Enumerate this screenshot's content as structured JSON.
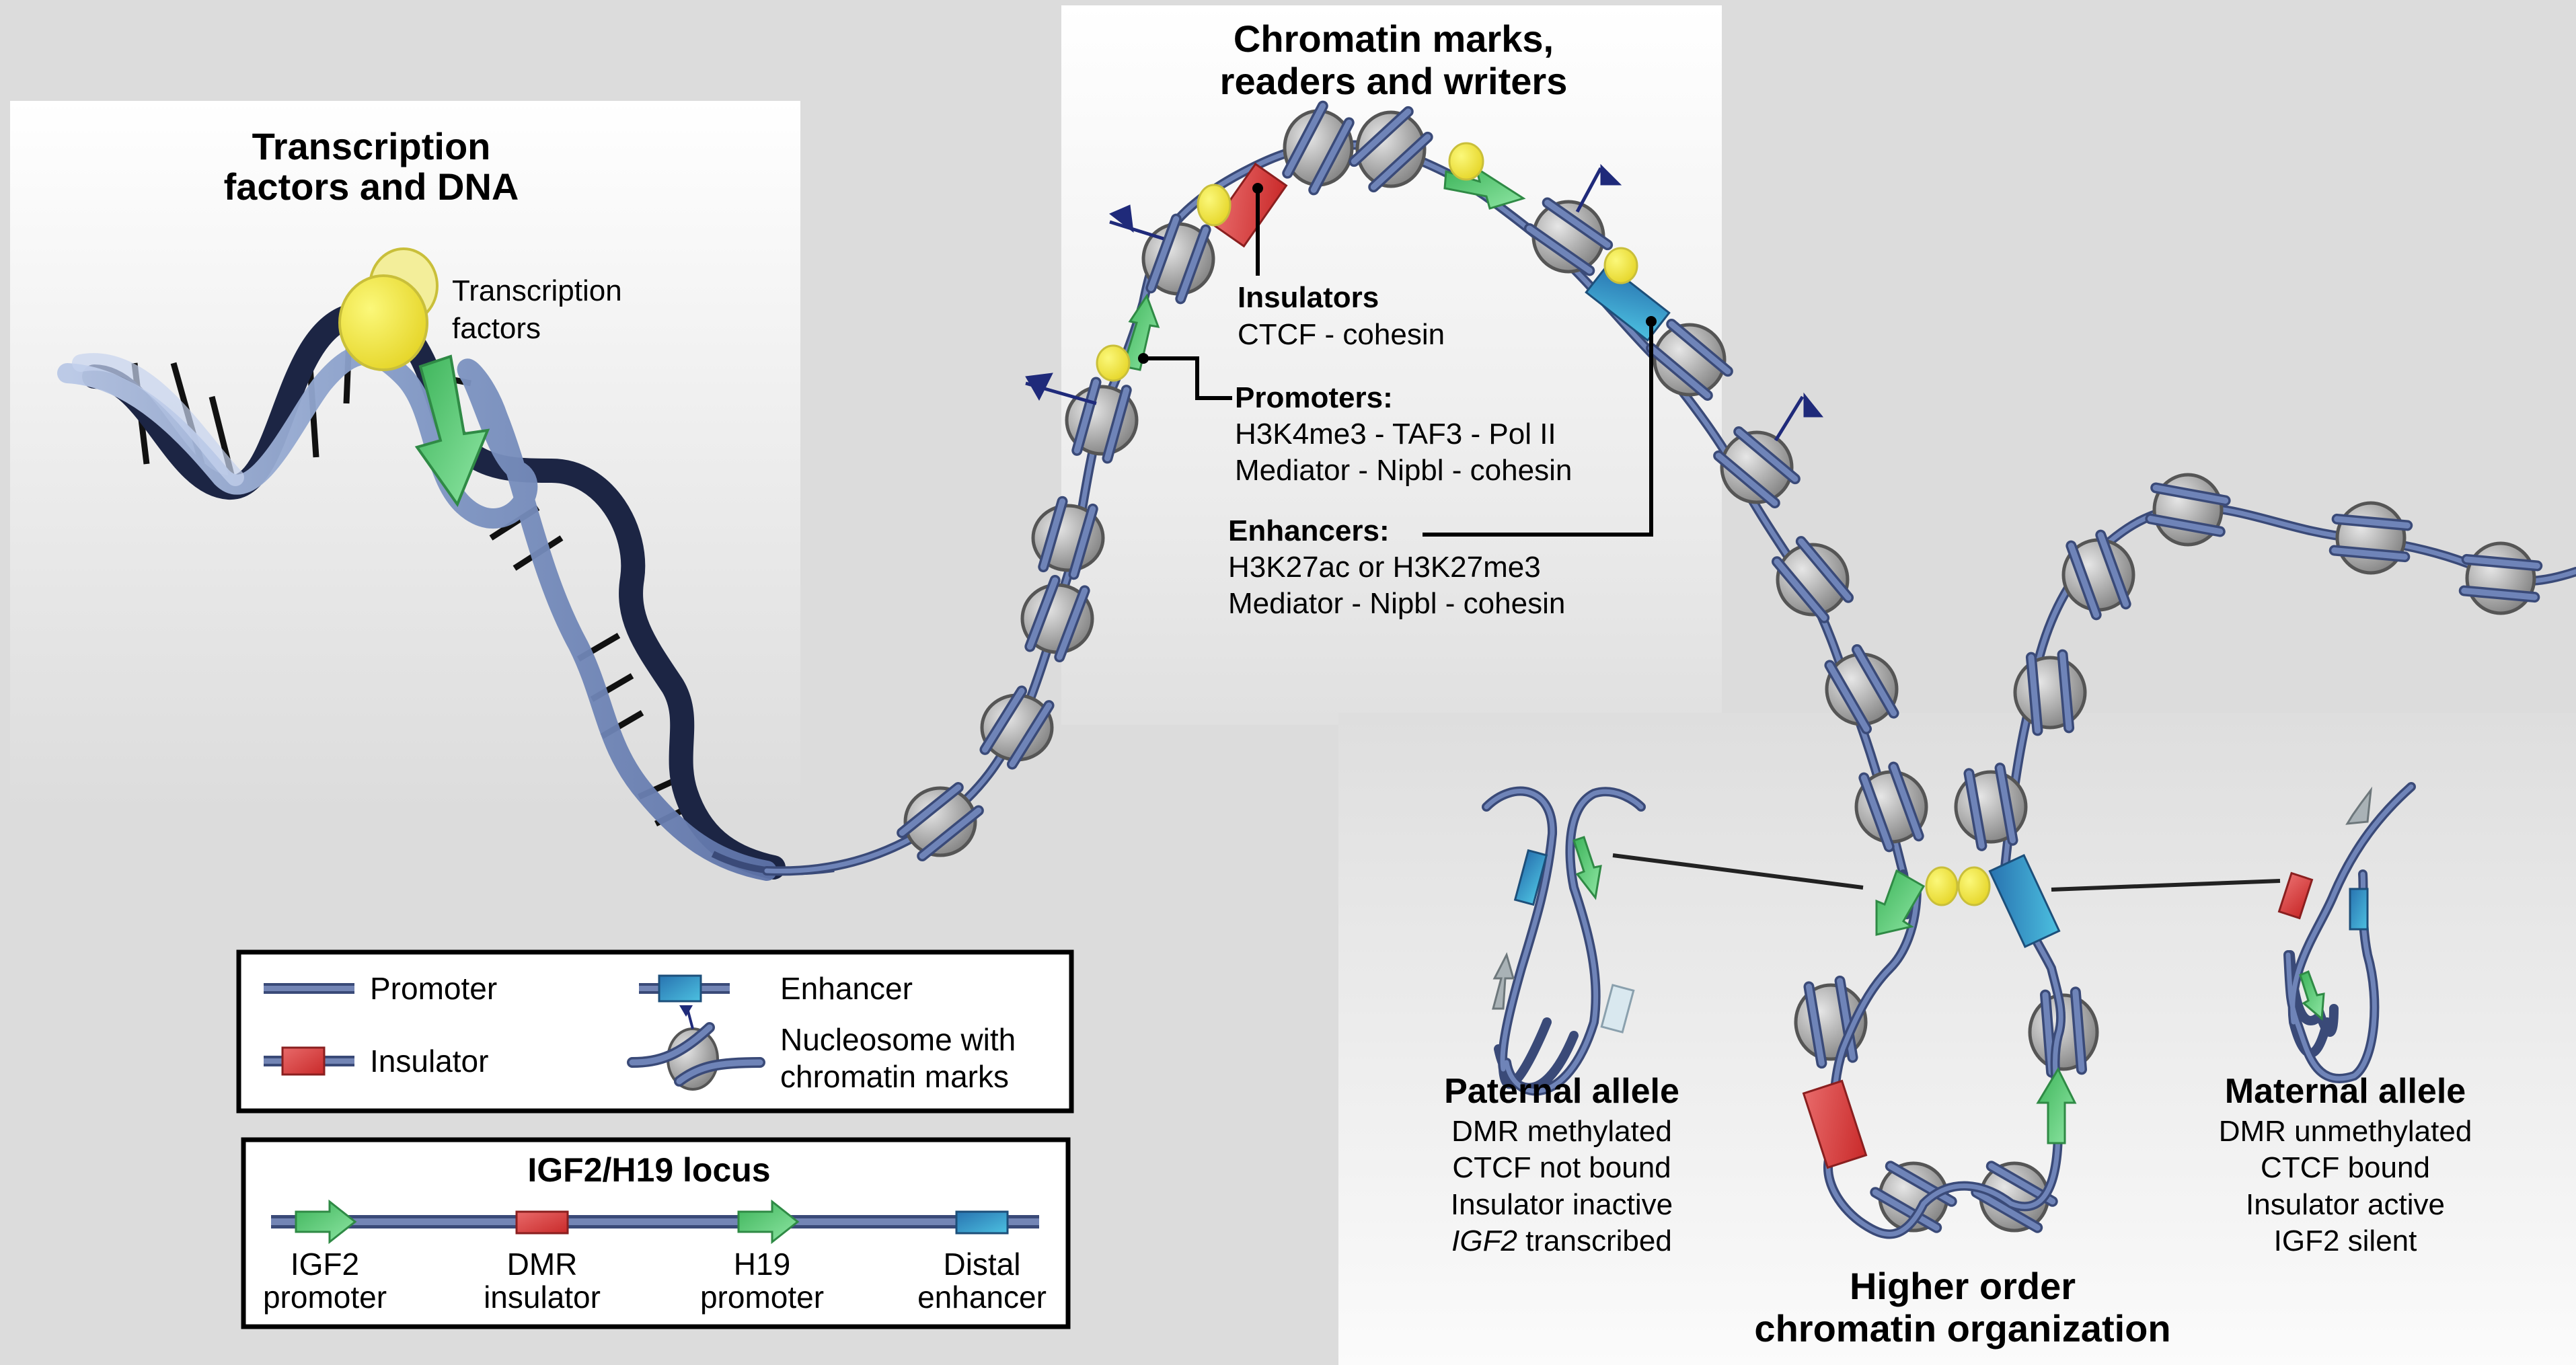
{
  "panels": {
    "tf_dna": {
      "title_lines": [
        "Transcription",
        "factors and DNA"
      ],
      "tf_label_lines": [
        "Transcription",
        "factors"
      ]
    },
    "chromatin_marks": {
      "title_lines": [
        "Chromatin marks,",
        "readers and writers"
      ],
      "insulators": {
        "heading": "Insulators",
        "lines": [
          "CTCF - cohesin"
        ]
      },
      "promoters": {
        "heading": "Promoters:",
        "lines": [
          "H3K4me3 - TAF3 - Pol II",
          "Mediator - Nipbl - cohesin"
        ]
      },
      "enhancers": {
        "heading": "Enhancers:",
        "lines": [
          "H3K27ac or H3K27me3",
          "Mediator - Nipbl - cohesin"
        ]
      }
    },
    "higher_order": {
      "title_lines": [
        "Higher order",
        "chromatin organization"
      ],
      "paternal": {
        "heading": "Paternal allele",
        "lines": [
          "DMR methylated",
          "CTCF not bound",
          "Insulator inactive"
        ],
        "last_line_italic": "IGF2",
        "last_line_rest": " transcribed"
      },
      "maternal": {
        "heading": "Maternal allele",
        "lines": [
          "DMR unmethylated",
          "CTCF bound",
          "Insulator active",
          "IGF2 silent"
        ]
      }
    }
  },
  "legend": {
    "items": [
      {
        "icon": "promoter-line-icon",
        "label": "Promoter"
      },
      {
        "icon": "enhancer-block-icon",
        "label": "Enhancer"
      },
      {
        "icon": "insulator-block-icon",
        "label": "Insulator"
      },
      {
        "icon": "nucleosome-mark-icon",
        "label_lines": [
          "Nucleosome with",
          "chromatin marks"
        ]
      }
    ]
  },
  "locus": {
    "title": "IGF2/H19 locus",
    "elements": [
      {
        "type": "promoter-arrow",
        "label_lines": [
          "IGF2",
          "promoter"
        ]
      },
      {
        "type": "insulator",
        "label_lines": [
          "DMR",
          "insulator"
        ]
      },
      {
        "type": "promoter-arrow",
        "label_lines": [
          "H19",
          "promoter"
        ]
      },
      {
        "type": "enhancer",
        "label_lines": [
          "Distal",
          "enhancer"
        ]
      }
    ]
  },
  "colors": {
    "background": "#dcdcdc",
    "dna_dark": "#1c2544",
    "dna_light": "#8fa3cc",
    "fiber": "#5a6fa5",
    "nucleosome": "#a9a9a9",
    "promoter_green": "#4fc46a",
    "insulator_red": "#d94141",
    "enhancer_blue": "#2f8fc8",
    "tf_yellow": "#f2e93c",
    "mark_flag": "#1f2a7a"
  }
}
